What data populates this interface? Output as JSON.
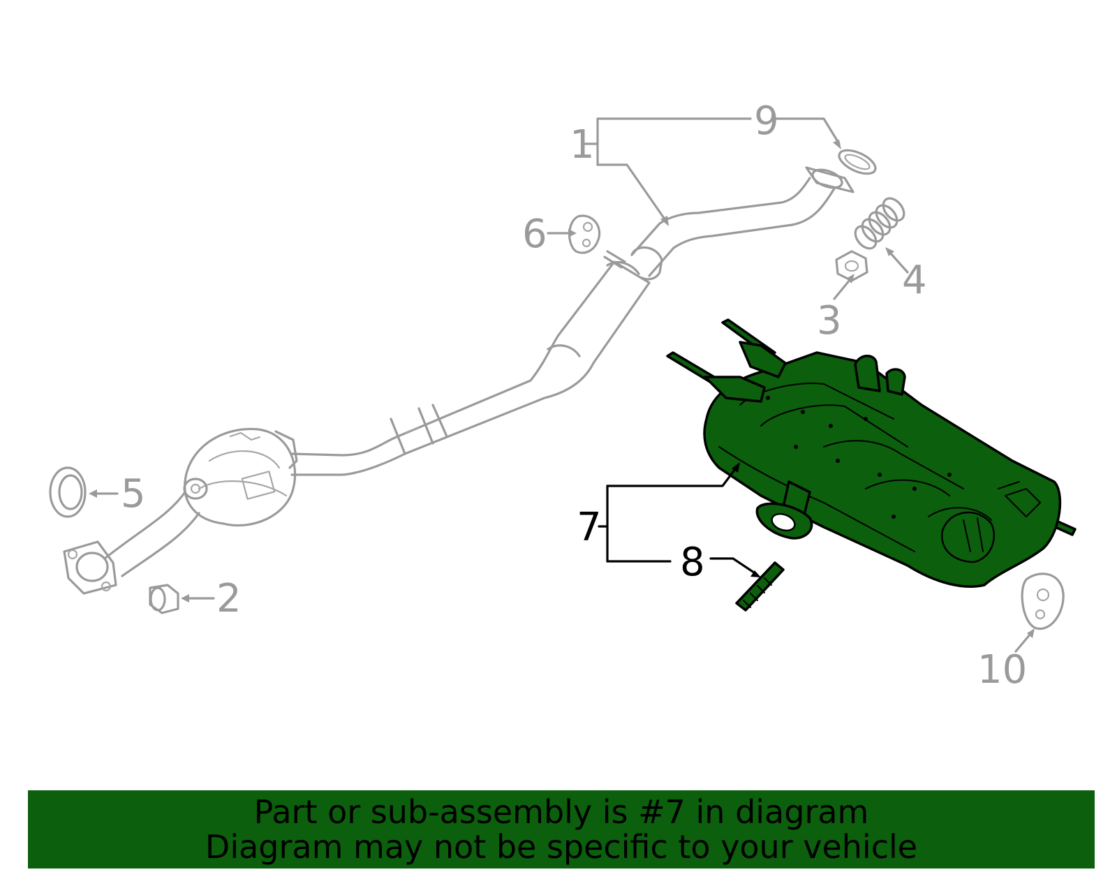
{
  "callouts": {
    "c1": "1",
    "c2": "2",
    "c3": "3",
    "c4": "4",
    "c5": "5",
    "c6": "6",
    "c7": "7",
    "c8": "8",
    "c9": "9",
    "c10": "10"
  },
  "banner": {
    "line1": "Part or sub-assembly is #7 in diagram",
    "line2": "Diagram may not be specific to your vehicle"
  },
  "colors": {
    "highlight_green": "#0c5f0c",
    "context_gray": "#9a9a9a",
    "highlight_outline": "#000000"
  },
  "highlighted_part": "7"
}
